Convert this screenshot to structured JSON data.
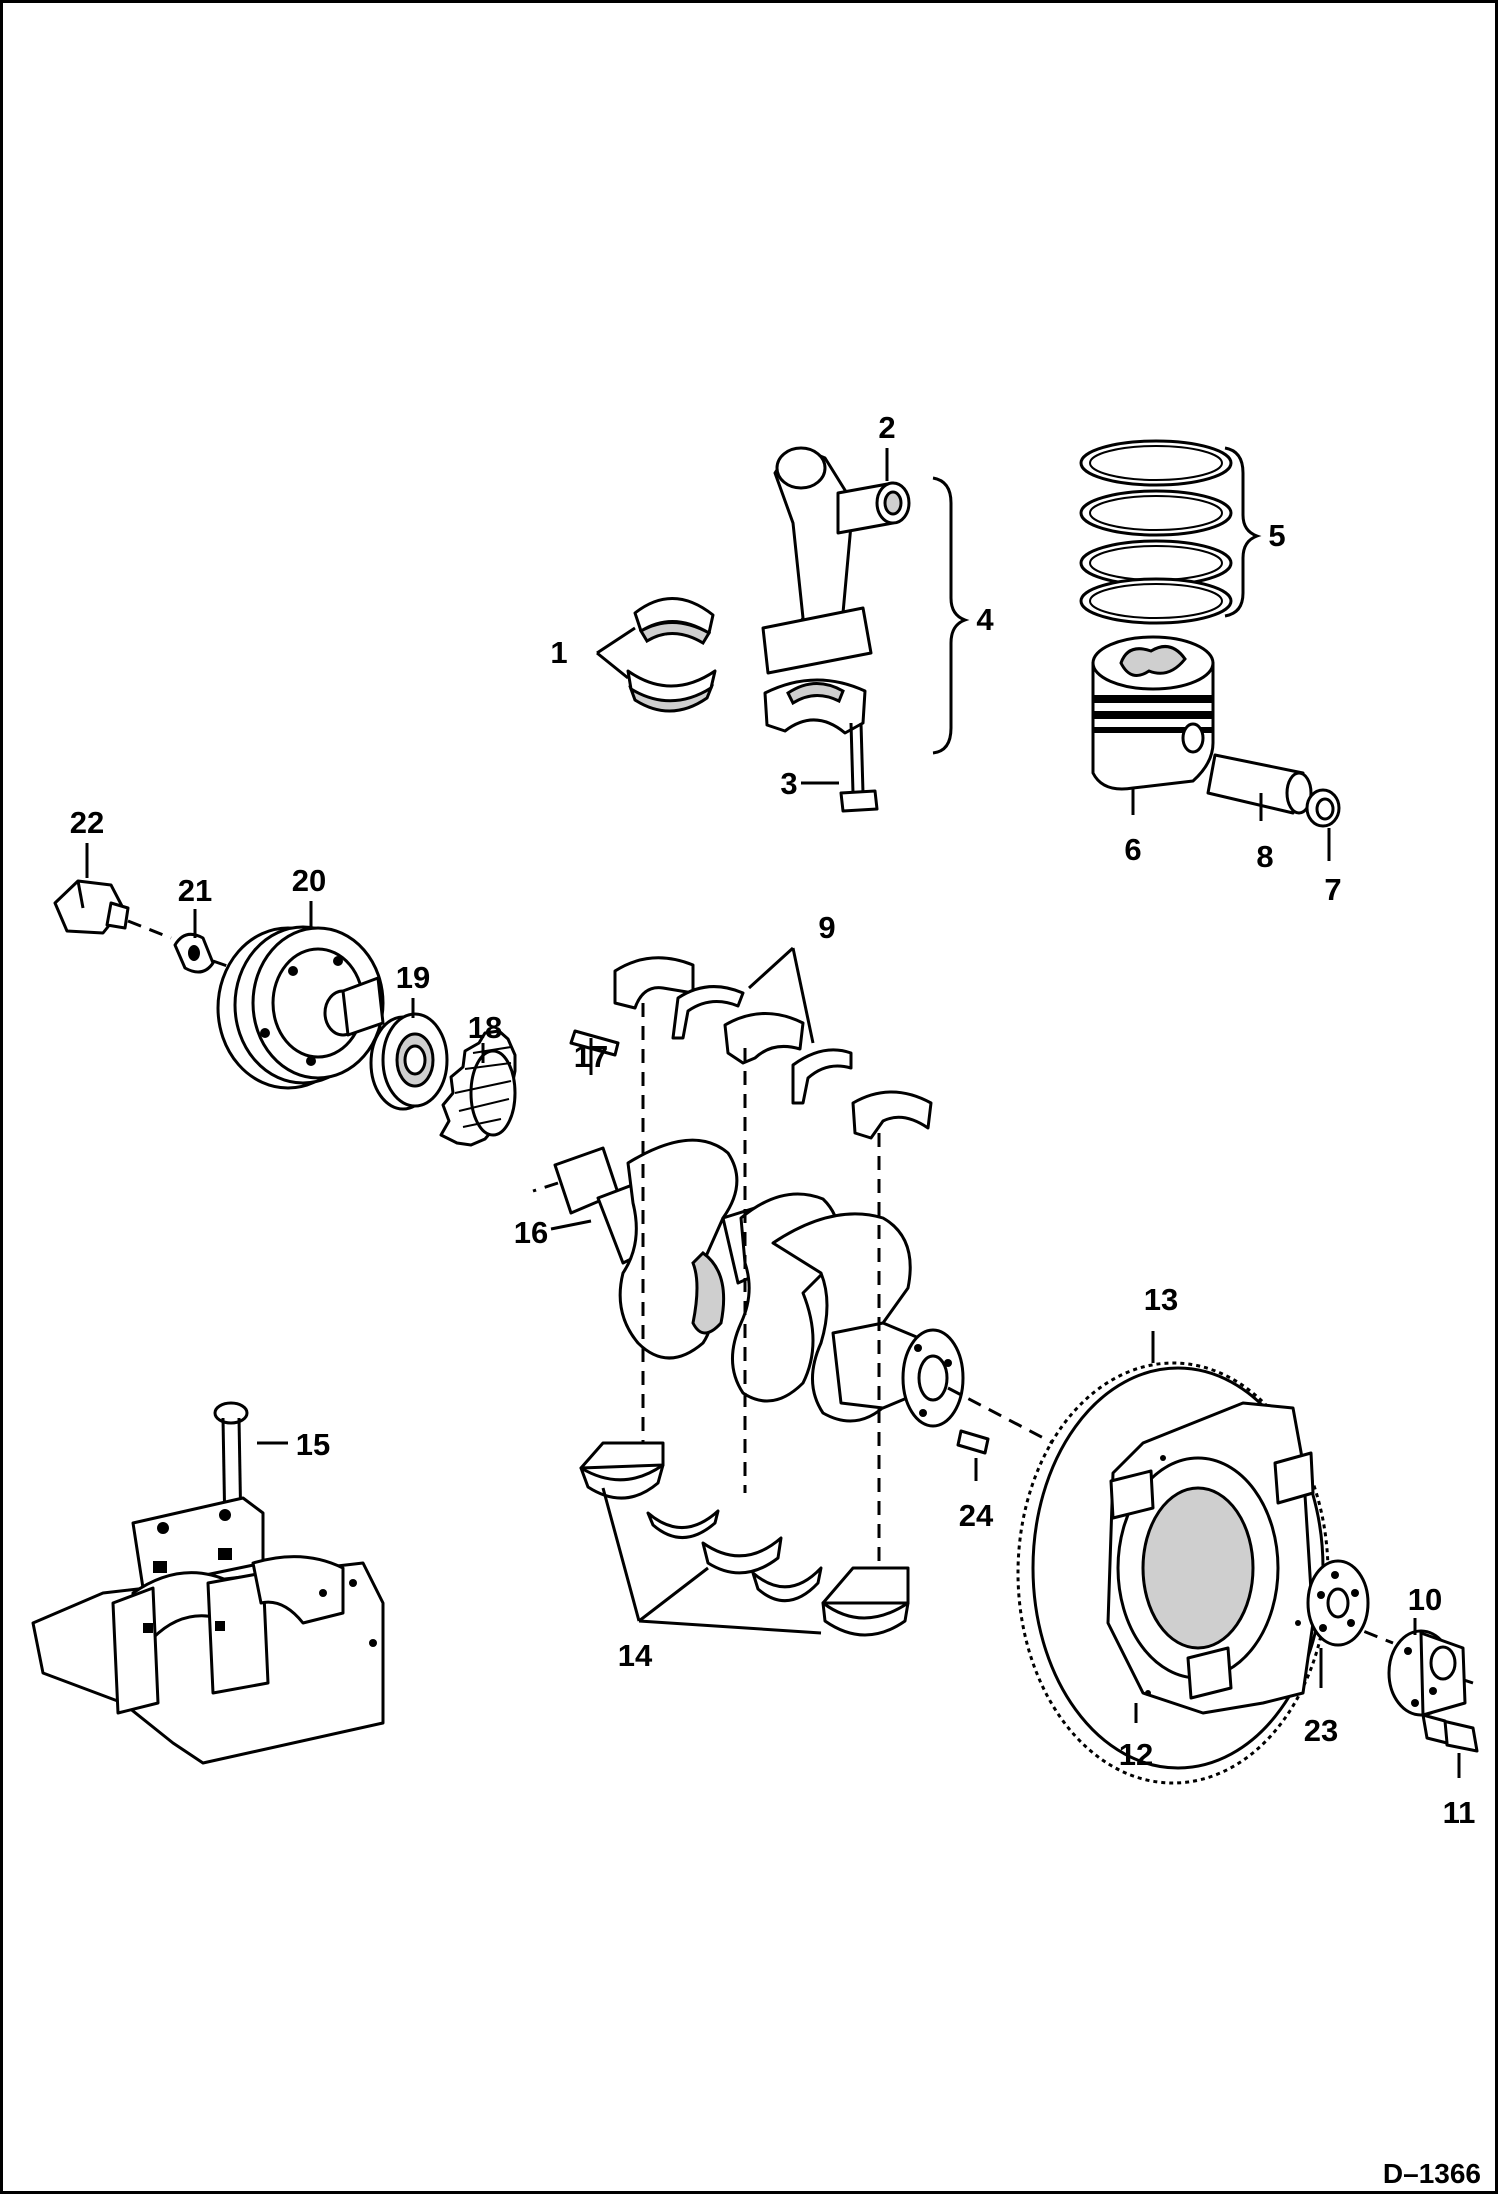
{
  "diagram": {
    "drawing_code": "D–1366",
    "callouts": [
      "1",
      "2",
      "3",
      "4",
      "5",
      "6",
      "7",
      "8",
      "9",
      "10",
      "11",
      "12",
      "13",
      "14",
      "15",
      "16",
      "17",
      "18",
      "19",
      "20",
      "21",
      "22",
      "23",
      "24"
    ]
  }
}
